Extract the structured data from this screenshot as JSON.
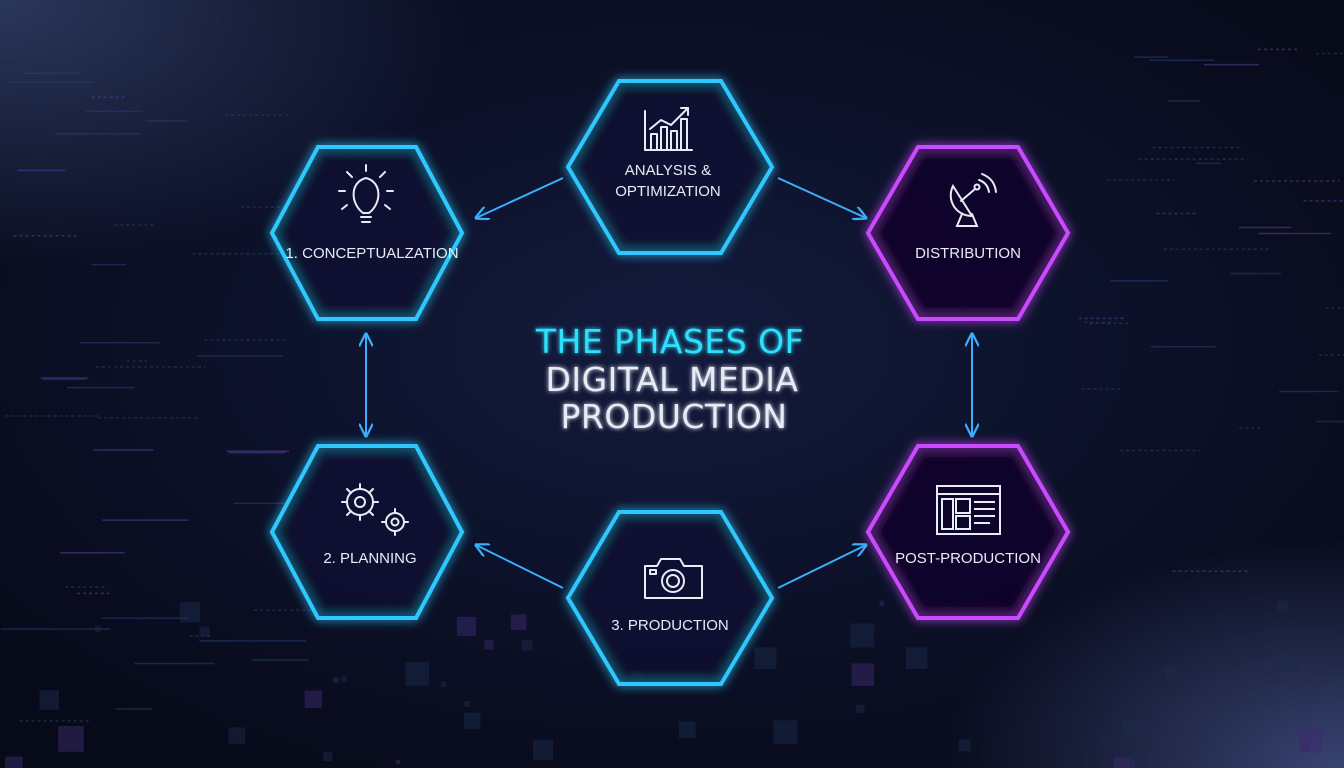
{
  "title": {
    "line1": "THE PHASES OF",
    "line2": "DIGITAL MEDIA",
    "line3": "PRODUCTION"
  },
  "colors": {
    "background": "#0a0e22",
    "cyan": "#2fc8ff",
    "magenta": "#c94bff",
    "arrow": "#3aaeff",
    "title_accent": "#2ee0ff",
    "title_main": "#e6ebf5"
  },
  "phases": [
    {
      "id": "conceptualization",
      "label": "1. CONCEPTUALZATION",
      "icon": "lightbulb-icon",
      "color": "cyan"
    },
    {
      "id": "planning",
      "label": "2. PLANNING",
      "icon": "gears-icon",
      "color": "cyan"
    },
    {
      "id": "production",
      "label": "3. PRODUCTION",
      "icon": "camera-icon",
      "color": "cyan"
    },
    {
      "id": "post-production",
      "label": "POST-PRODUCTION",
      "icon": "editing-window-icon",
      "color": "magenta"
    },
    {
      "id": "distribution",
      "label": "DISTRIBUTION",
      "icon": "satellite-dish-icon",
      "color": "magenta"
    },
    {
      "id": "analysis",
      "label_lines": [
        "ANALYSIS &",
        "OPTIMIZATION"
      ],
      "icon": "bar-chart-icon",
      "color": "cyan"
    }
  ]
}
